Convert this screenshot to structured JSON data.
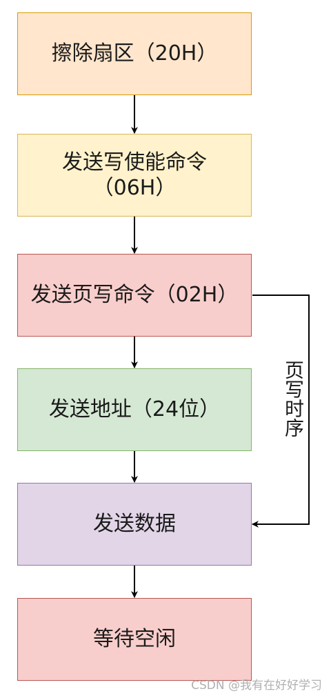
{
  "nodes": [
    {
      "id": "erase",
      "lines": [
        "擦除扇区（20H）"
      ],
      "fill": "#ffe6cc",
      "stroke": "#d79b00"
    },
    {
      "id": "write-enable",
      "lines": [
        "发送写使能命令",
        "（06H）"
      ],
      "fill": "#fff2cc",
      "stroke": "#d6b656"
    },
    {
      "id": "page-program",
      "lines": [
        "发送页写命令（02H）"
      ],
      "fill": "#f8cecc",
      "stroke": "#b85450"
    },
    {
      "id": "address",
      "lines": [
        "发送地址（24位）"
      ],
      "fill": "#d5e8d4",
      "stroke": "#82b366"
    },
    {
      "id": "data",
      "lines": [
        "发送数据"
      ],
      "fill": "#e1d5e7",
      "stroke": "#9673a6"
    },
    {
      "id": "wait-idle",
      "lines": [
        "等待空闲"
      ],
      "fill": "#f8cecc",
      "stroke": "#b85450"
    }
  ],
  "edges": [
    {
      "from": "erase",
      "to": "write-enable"
    },
    {
      "from": "write-enable",
      "to": "page-program"
    },
    {
      "from": "page-program",
      "to": "address"
    },
    {
      "from": "address",
      "to": "data"
    },
    {
      "from": "data",
      "to": "wait-idle"
    },
    {
      "from": "page-program",
      "to": "data",
      "label": "页写时序"
    }
  ],
  "watermark": "CSDN @我有在好好学习"
}
